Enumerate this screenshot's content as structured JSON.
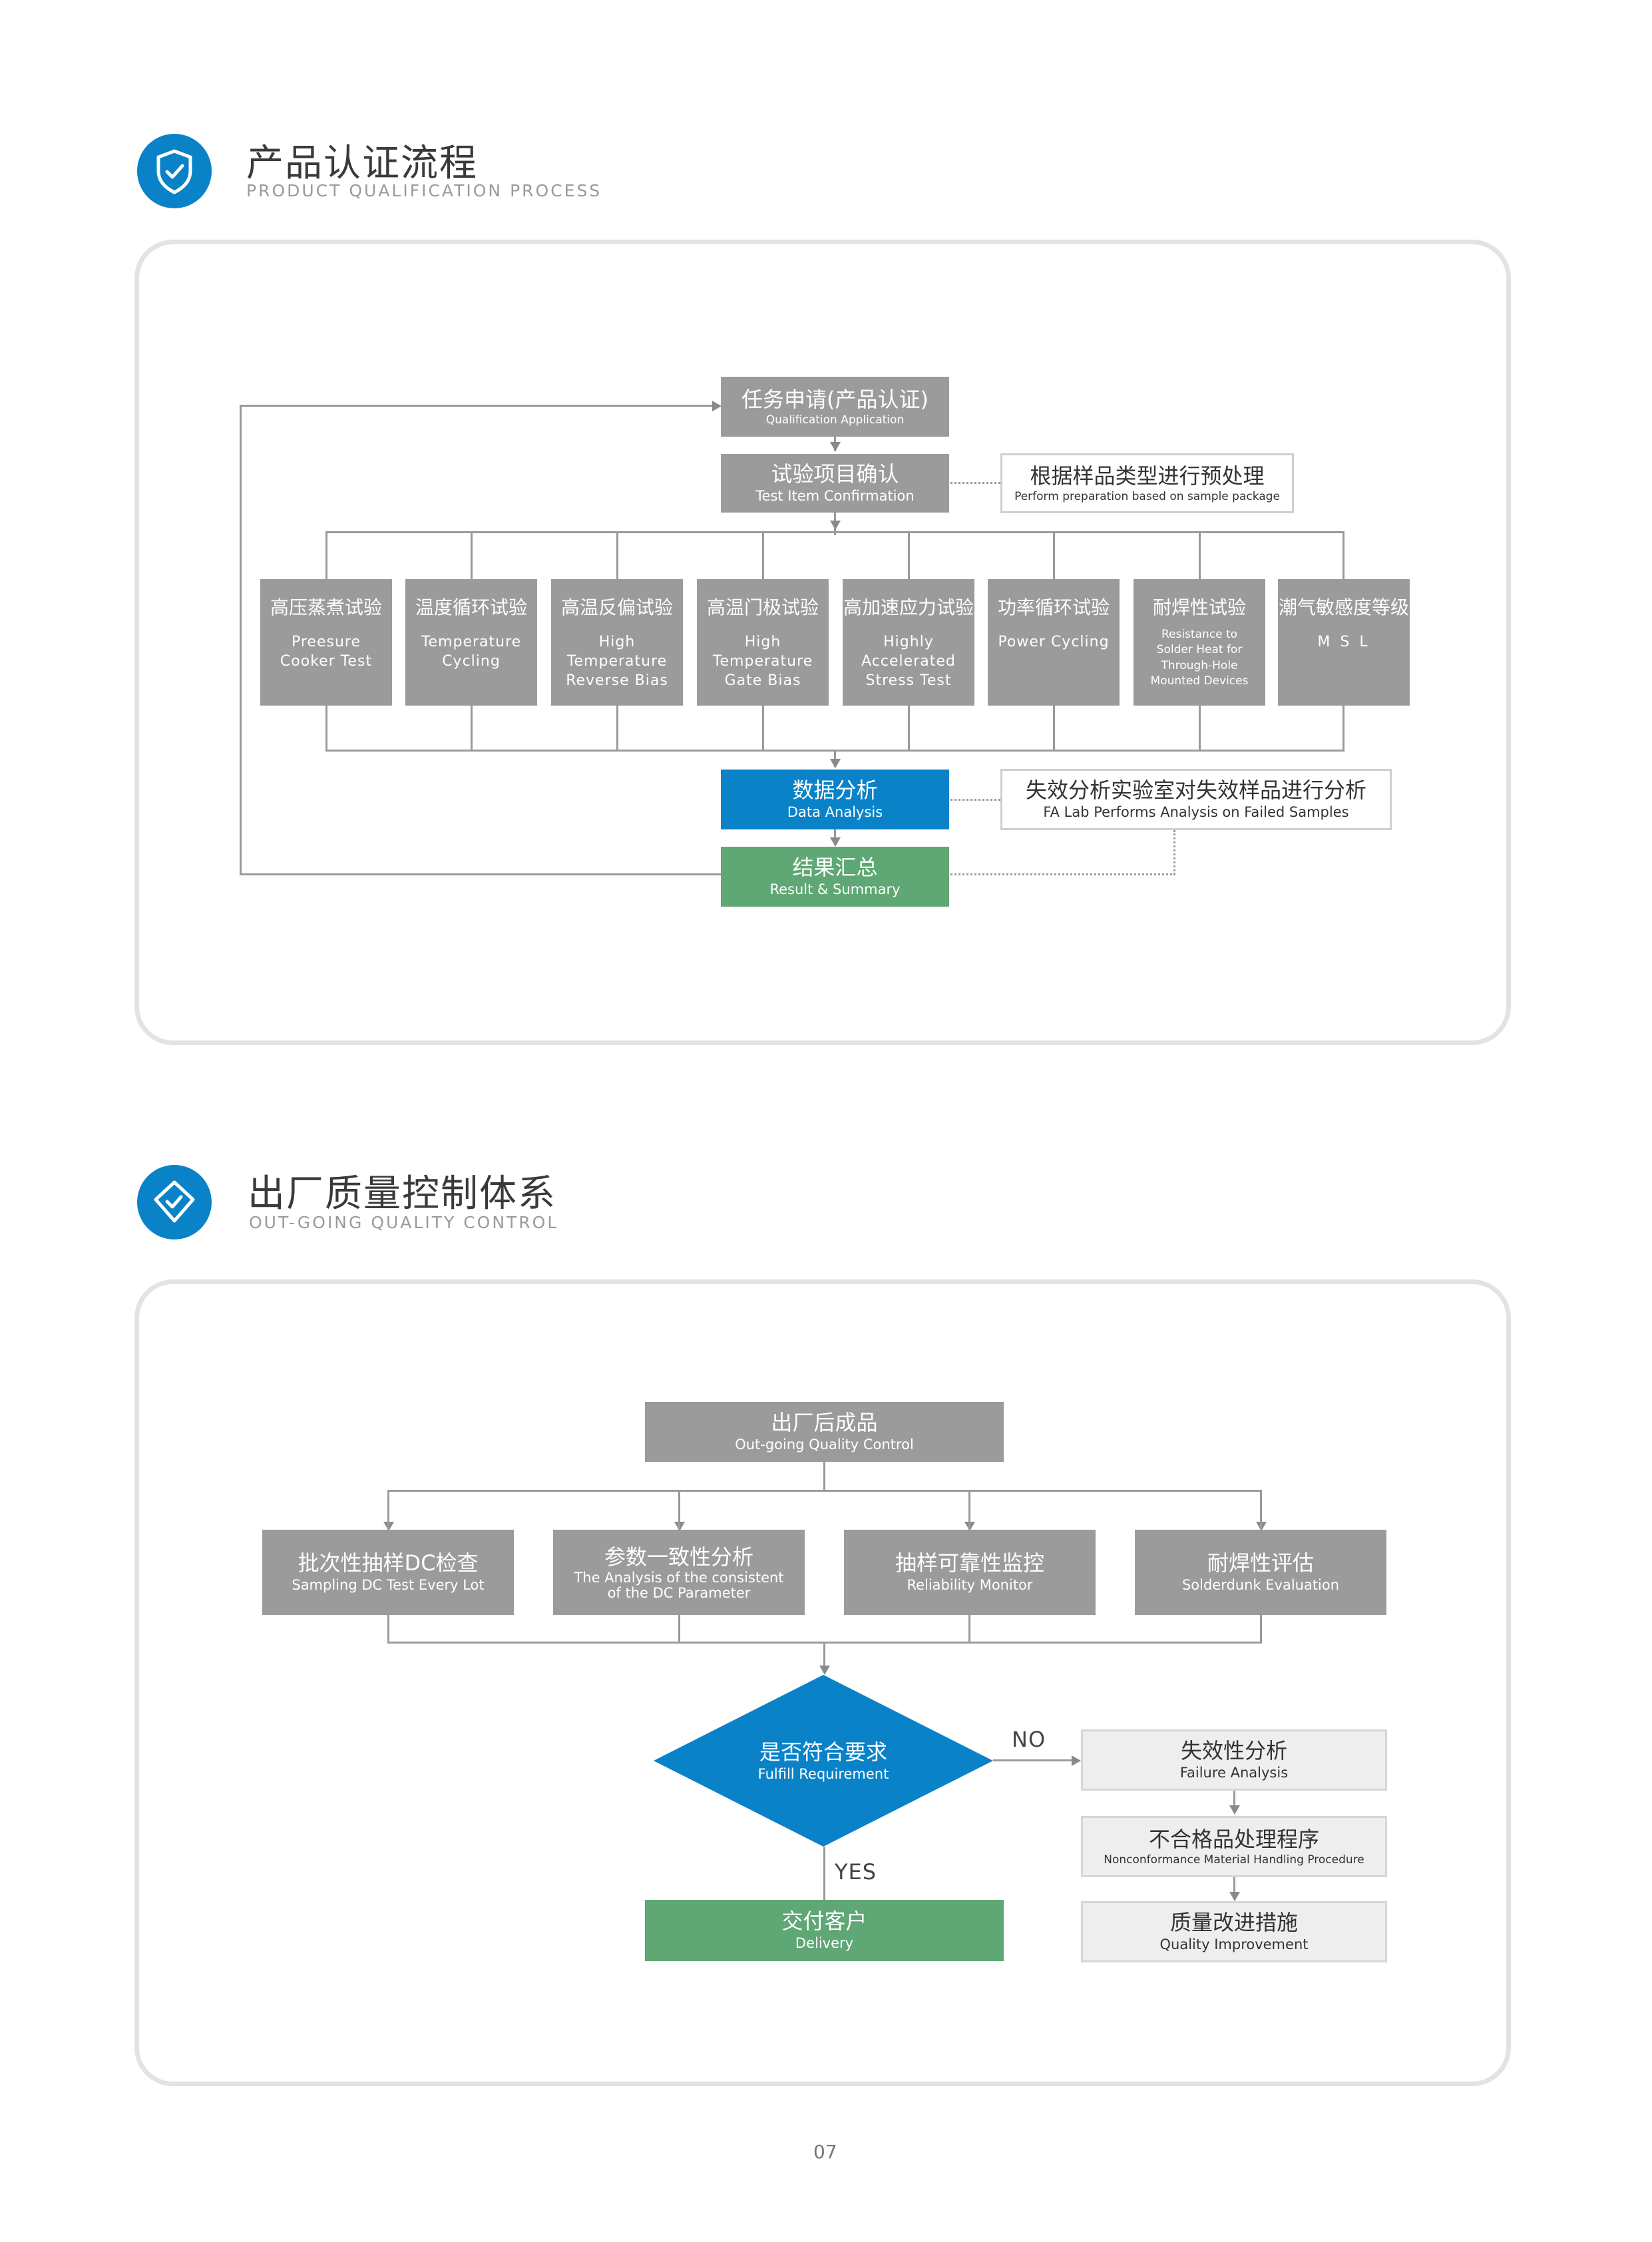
{
  "section1": {
    "title": "产品认证流程",
    "subtitle": "PRODUCT QUALIFICATION PROCESS",
    "nodes": {
      "application": {
        "zh": "任务申请(产品认证)",
        "en": "Qualification Application"
      },
      "confirmation": {
        "zh": "试验项目确认",
        "en": "Test Item Confirmation"
      },
      "preprocess": {
        "zh": "根据样品类型进行预处理",
        "en": "Perform preparation based on sample package"
      },
      "analysis": {
        "zh": "数据分析",
        "en": "Data Analysis"
      },
      "fa_lab": {
        "zh": "失效分析实验室对失效样品进行分析",
        "en": "FA Lab Performs Analysis on Failed Samples"
      },
      "summary": {
        "zh": "结果汇总",
        "en": "Result & Summary"
      }
    },
    "tests": [
      {
        "zh": "高压蒸煮试验",
        "en": "Preesure Cooker Test"
      },
      {
        "zh": "温度循环试验",
        "en": "Temperature Cycling"
      },
      {
        "zh": "高温反偏试验",
        "en": "High Temperature Reverse Bias"
      },
      {
        "zh": "高温门极试验",
        "en": "High Temperature Gate Bias"
      },
      {
        "zh": "高加速应力试验",
        "en": "Highly Accelerated Stress Test"
      },
      {
        "zh": "功率循环试验",
        "en": "Power Cycling"
      },
      {
        "zh": "耐焊性试验",
        "en": "Resistance to Solder Heat for Through-Hole Mounted Devices"
      },
      {
        "zh": "潮气敏感度等级",
        "en": "M S L"
      }
    ]
  },
  "section2": {
    "title": "出厂质量控制体系",
    "subtitle": "OUT-GOING QUALITY CONTROL",
    "nodes": {
      "finished": {
        "zh": "出厂后成品",
        "en": "Out-going Quality Control"
      },
      "decision": {
        "zh": "是否符合要求",
        "en": "Fulfill Requirement"
      },
      "delivery": {
        "zh": "交付客户",
        "en": "Delivery"
      },
      "failure": {
        "zh": "失效性分析",
        "en": "Failure Analysis"
      },
      "nonconform": {
        "zh": "不合格品处理程序",
        "en": "Nonconformance Material Handling Procedure"
      },
      "improve": {
        "zh": "质量改进措施",
        "en": "Quality Improvement"
      }
    },
    "checks": [
      {
        "zh": "批次性抽样DC检查",
        "en": "Sampling DC Test Every Lot"
      },
      {
        "zh": "参数一致性分析",
        "en": "The Analysis of the consistent of the DC Parameter"
      },
      {
        "zh": "抽样可靠性监控",
        "en": "Reliability Monitor"
      },
      {
        "zh": "耐焊性评估",
        "en": "Solderdunk Evaluation"
      }
    ],
    "labels": {
      "no": "NO",
      "yes": "YES"
    }
  },
  "page_number": "07",
  "colors": {
    "blue": "#0a82c8",
    "gray": "#9b9b9b",
    "green": "#5fa774",
    "light": "#eeeeee"
  },
  "icons": {
    "section1": "shield-check-icon",
    "section2": "diamond-gem-icon"
  }
}
